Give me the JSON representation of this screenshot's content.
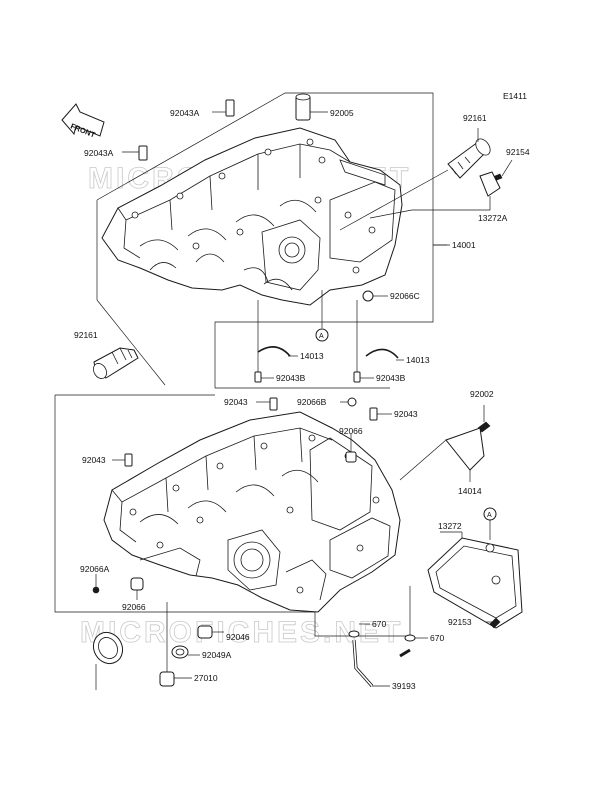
{
  "diagram": {
    "figure_code": "E1411",
    "front_arrow_text": "FRONT",
    "watermark_text": "MICROFICHES.NET",
    "ref_marker_letter": "A",
    "part_labels": [
      {
        "id": "p92043a_1",
        "text": "92043A"
      },
      {
        "id": "p92005",
        "text": "92005"
      },
      {
        "id": "p92161_top",
        "text": "92161"
      },
      {
        "id": "p92154",
        "text": "92154"
      },
      {
        "id": "p92043a_2",
        "text": "92043A"
      },
      {
        "id": "p13272a",
        "text": "13272A"
      },
      {
        "id": "p14001",
        "text": "14001"
      },
      {
        "id": "p92066c",
        "text": "92066C"
      },
      {
        "id": "p92161_left",
        "text": "92161"
      },
      {
        "id": "p14013_l",
        "text": "14013"
      },
      {
        "id": "p14013_r",
        "text": "14013"
      },
      {
        "id": "p92043b_l",
        "text": "92043B"
      },
      {
        "id": "p92043b_r",
        "text": "92043B"
      },
      {
        "id": "p92002",
        "text": "92002"
      },
      {
        "id": "p92043_1",
        "text": "92043"
      },
      {
        "id": "p92066b",
        "text": "92066B"
      },
      {
        "id": "p92043_2",
        "text": "92043"
      },
      {
        "id": "p92066",
        "text": "92066"
      },
      {
        "id": "p92043_3",
        "text": "92043"
      },
      {
        "id": "p14014",
        "text": "14014"
      },
      {
        "id": "p13272",
        "text": "13272"
      },
      {
        "id": "p92066a",
        "text": "92066A"
      },
      {
        "id": "p92066_2",
        "text": "92066"
      },
      {
        "id": "p92153",
        "text": "92153"
      },
      {
        "id": "p670_1",
        "text": "670"
      },
      {
        "id": "p670_2",
        "text": "670"
      },
      {
        "id": "p92046",
        "text": "92046"
      },
      {
        "id": "p92049a",
        "text": "92049A"
      },
      {
        "id": "p27010",
        "text": "27010"
      },
      {
        "id": "p39193",
        "text": "39193"
      }
    ]
  }
}
